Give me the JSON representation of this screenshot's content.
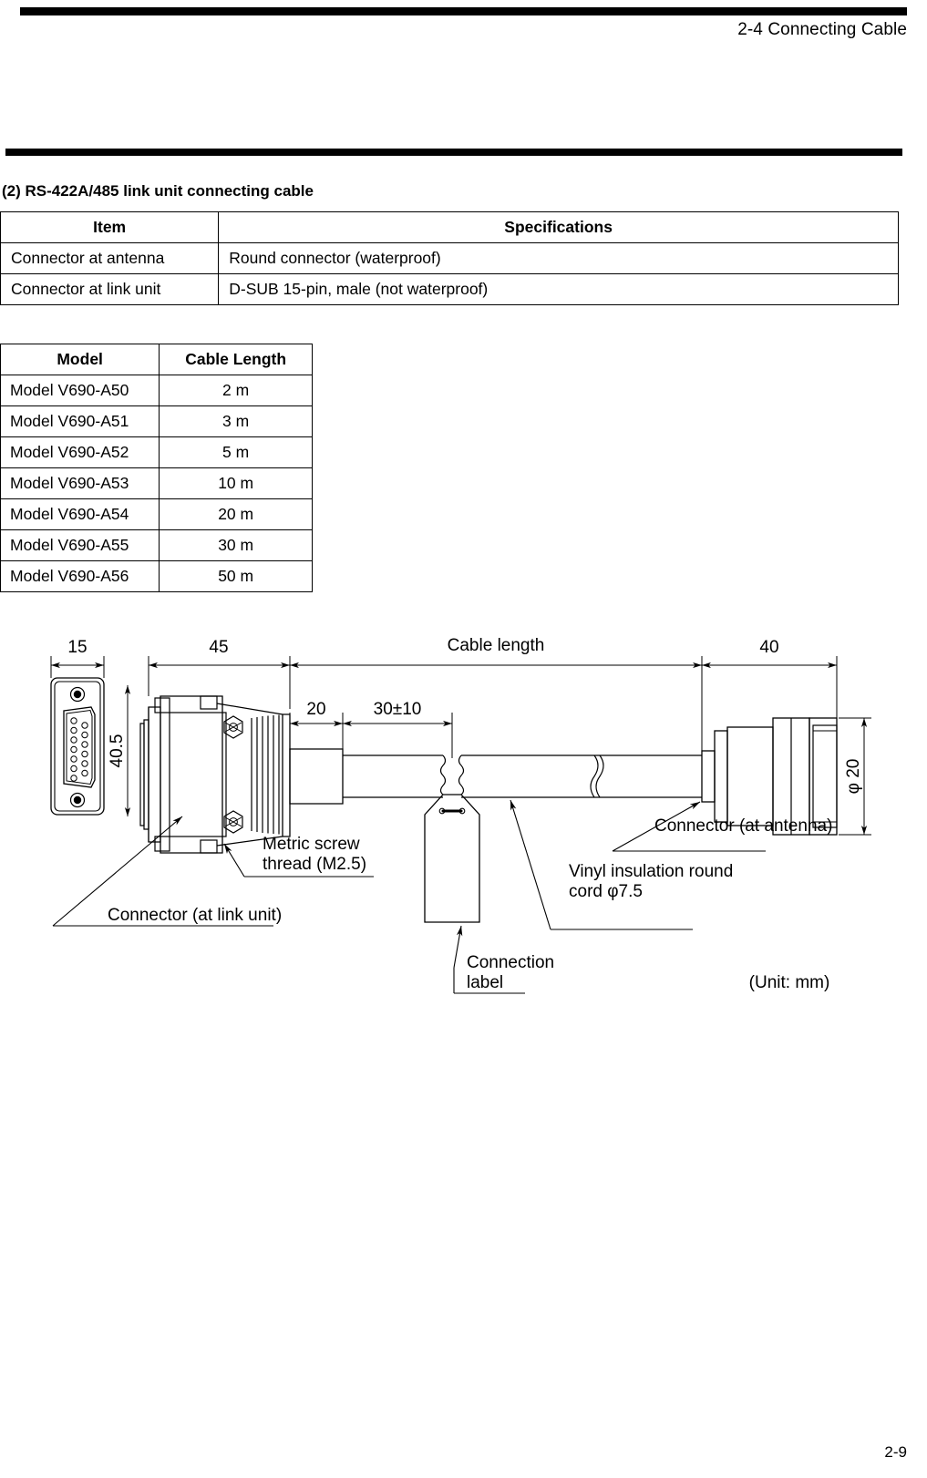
{
  "header": {
    "section_title": "2-4 Connecting Cable"
  },
  "footer": {
    "page_number": "2-9"
  },
  "section": {
    "heading": "(2) RS-422A/485 link unit connecting cable"
  },
  "spec_table": {
    "columns": [
      "Item",
      "Specifications"
    ],
    "rows": [
      {
        "item": "Connector at antenna",
        "spec": "Round connector (waterproof)"
      },
      {
        "item": "Connector at link unit",
        "spec": "D-SUB 15-pin, male (not waterproof)"
      }
    ]
  },
  "model_table": {
    "columns": [
      "Model",
      "Cable Length"
    ],
    "rows": [
      {
        "model": "Model V690-A50",
        "length": "2 m"
      },
      {
        "model": "Model V690-A51",
        "length": "3 m"
      },
      {
        "model": "Model V690-A52",
        "length": "5 m"
      },
      {
        "model": "Model V690-A53",
        "length": "10 m"
      },
      {
        "model": "Model V690-A54",
        "length": "20 m"
      },
      {
        "model": "Model V690-A55",
        "length": "30 m"
      },
      {
        "model": "Model V690-A56",
        "length": "50 m"
      }
    ]
  },
  "drawing": {
    "dimensions": {
      "dsub_face_width": "15",
      "dsub_face_height": "40.5",
      "hood_length": "45",
      "boot_length": "20",
      "label_position": "30±10",
      "cable_length": "Cable length",
      "antenna_connector_length": "40",
      "antenna_connector_diameter": "φ 20"
    },
    "callouts": {
      "link_unit_connector": "Connector (at link unit)",
      "metric_screw": "Metric screw\nthread (M2.5)",
      "metric_screw_line1": "Metric screw",
      "metric_screw_line2": "thread (M2.5)",
      "connection_label_line1": "Connection",
      "connection_label_line2": "label",
      "vinyl_cord_line1": "Vinyl insulation round",
      "vinyl_cord_line2": "cord φ7.5",
      "antenna_connector": "Connector (at antenna)"
    },
    "unit_note": "(Unit: mm)"
  }
}
